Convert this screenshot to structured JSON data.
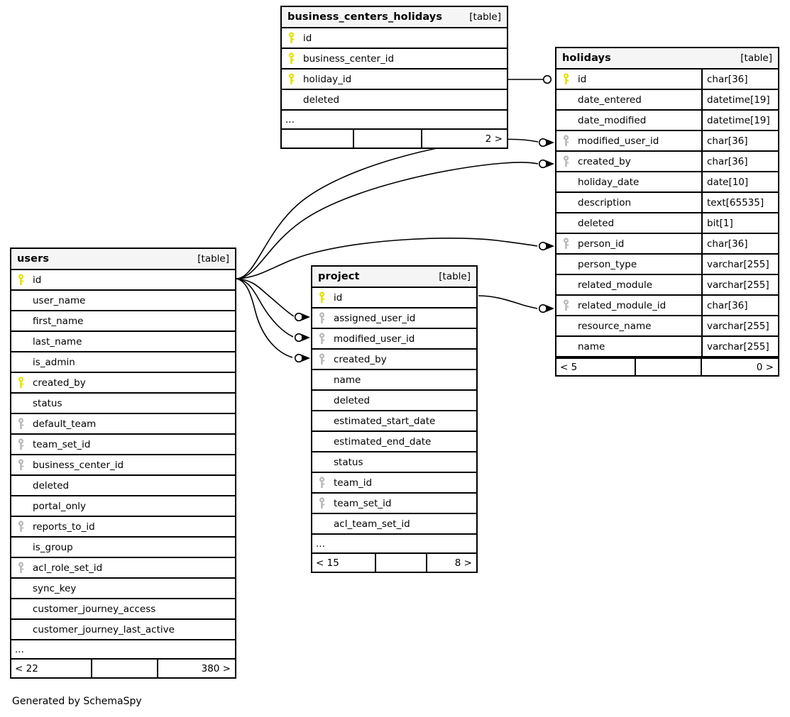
{
  "diagram": {
    "credit": "Generated by SchemaSpy",
    "kind_label": "[table]",
    "ellipsis": "...",
    "colors": {
      "primary_key_icon": "#e2e200",
      "foreign_key_icon": "#b9b9b9",
      "table_header_bg": "#f5f5f5",
      "border": "#000000",
      "background": "#ffffff"
    }
  },
  "tables": [
    {
      "id": "business_centers_holidays",
      "name": "business_centers_holidays",
      "kind": "[table]",
      "columns": [
        {
          "name": "id",
          "key": "primary",
          "type": ""
        },
        {
          "name": "business_center_id",
          "key": "primary",
          "type": ""
        },
        {
          "name": "holiday_id",
          "key": "primary",
          "type": ""
        },
        {
          "name": "deleted",
          "key": "none",
          "type": ""
        }
      ],
      "has_more": true,
      "footer": {
        "left": "",
        "middle": "",
        "right": "2 >"
      }
    },
    {
      "id": "holidays",
      "name": "holidays",
      "kind": "[table]",
      "columns": [
        {
          "name": "id",
          "key": "primary",
          "type": "char[36]"
        },
        {
          "name": "date_entered",
          "key": "none",
          "type": "datetime[19]"
        },
        {
          "name": "date_modified",
          "key": "none",
          "type": "datetime[19]"
        },
        {
          "name": "modified_user_id",
          "key": "foreign",
          "type": "char[36]"
        },
        {
          "name": "created_by",
          "key": "foreign",
          "type": "char[36]"
        },
        {
          "name": "holiday_date",
          "key": "none",
          "type": "date[10]"
        },
        {
          "name": "description",
          "key": "none",
          "type": "text[65535]"
        },
        {
          "name": "deleted",
          "key": "none",
          "type": "bit[1]"
        },
        {
          "name": "person_id",
          "key": "foreign",
          "type": "char[36]"
        },
        {
          "name": "person_type",
          "key": "none",
          "type": "varchar[255]"
        },
        {
          "name": "related_module",
          "key": "none",
          "type": "varchar[255]"
        },
        {
          "name": "related_module_id",
          "key": "foreign",
          "type": "char[36]"
        },
        {
          "name": "resource_name",
          "key": "none",
          "type": "varchar[255]"
        },
        {
          "name": "name",
          "key": "none",
          "type": "varchar[255]"
        }
      ],
      "has_more": false,
      "footer": {
        "left": "< 5",
        "middle": "",
        "right": "0 >"
      }
    },
    {
      "id": "users",
      "name": "users",
      "kind": "[table]",
      "columns": [
        {
          "name": "id",
          "key": "primary",
          "type": ""
        },
        {
          "name": "user_name",
          "key": "none",
          "type": ""
        },
        {
          "name": "first_name",
          "key": "none",
          "type": ""
        },
        {
          "name": "last_name",
          "key": "none",
          "type": ""
        },
        {
          "name": "is_admin",
          "key": "none",
          "type": ""
        },
        {
          "name": "created_by",
          "key": "primary",
          "type": ""
        },
        {
          "name": "status",
          "key": "none",
          "type": ""
        },
        {
          "name": "default_team",
          "key": "foreign",
          "type": ""
        },
        {
          "name": "team_set_id",
          "key": "foreign",
          "type": ""
        },
        {
          "name": "business_center_id",
          "key": "foreign",
          "type": ""
        },
        {
          "name": "deleted",
          "key": "none",
          "type": ""
        },
        {
          "name": "portal_only",
          "key": "none",
          "type": ""
        },
        {
          "name": "reports_to_id",
          "key": "foreign",
          "type": ""
        },
        {
          "name": "is_group",
          "key": "none",
          "type": ""
        },
        {
          "name": "acl_role_set_id",
          "key": "foreign",
          "type": ""
        },
        {
          "name": "sync_key",
          "key": "none",
          "type": ""
        },
        {
          "name": "customer_journey_access",
          "key": "none",
          "type": ""
        },
        {
          "name": "customer_journey_last_active",
          "key": "none",
          "type": ""
        }
      ],
      "has_more": true,
      "footer": {
        "left": "< 22",
        "middle": "",
        "right": "380 >"
      }
    },
    {
      "id": "project",
      "name": "project",
      "kind": "[table]",
      "columns": [
        {
          "name": "id",
          "key": "primary",
          "type": ""
        },
        {
          "name": "assigned_user_id",
          "key": "foreign",
          "type": ""
        },
        {
          "name": "modified_user_id",
          "key": "foreign",
          "type": ""
        },
        {
          "name": "created_by",
          "key": "foreign",
          "type": ""
        },
        {
          "name": "name",
          "key": "none",
          "type": ""
        },
        {
          "name": "deleted",
          "key": "none",
          "type": ""
        },
        {
          "name": "estimated_start_date",
          "key": "none",
          "type": ""
        },
        {
          "name": "estimated_end_date",
          "key": "none",
          "type": ""
        },
        {
          "name": "status",
          "key": "none",
          "type": ""
        },
        {
          "name": "team_id",
          "key": "foreign",
          "type": ""
        },
        {
          "name": "team_set_id",
          "key": "foreign",
          "type": ""
        },
        {
          "name": "acl_team_set_id",
          "key": "none",
          "type": ""
        }
      ],
      "has_more": true,
      "footer": {
        "left": "< 15",
        "middle": "",
        "right": "8 >"
      }
    }
  ],
  "relationships": [
    {
      "from_table": "business_centers_holidays",
      "from_column": "holiday_id",
      "to_table": "holidays",
      "to_column": "id",
      "marker": "circle"
    },
    {
      "from_table": "users",
      "from_column": "id",
      "to_table": "holidays",
      "to_column": "modified_user_id",
      "marker": "circle-arrow"
    },
    {
      "from_table": "users",
      "from_column": "id",
      "to_table": "holidays",
      "to_column": "created_by",
      "marker": "circle-arrow"
    },
    {
      "from_table": "users",
      "from_column": "id",
      "to_table": "holidays",
      "to_column": "person_id",
      "marker": "circle-arrow"
    },
    {
      "from_table": "project",
      "from_column": "id",
      "to_table": "holidays",
      "to_column": "related_module_id",
      "marker": "circle-arrow"
    },
    {
      "from_table": "users",
      "from_column": "id",
      "to_table": "project",
      "to_column": "assigned_user_id",
      "marker": "circle-arrow"
    },
    {
      "from_table": "users",
      "from_column": "id",
      "to_table": "project",
      "to_column": "modified_user_id",
      "marker": "circle-arrow"
    },
    {
      "from_table": "users",
      "from_column": "id",
      "to_table": "project",
      "to_column": "created_by",
      "marker": "circle-arrow"
    }
  ]
}
